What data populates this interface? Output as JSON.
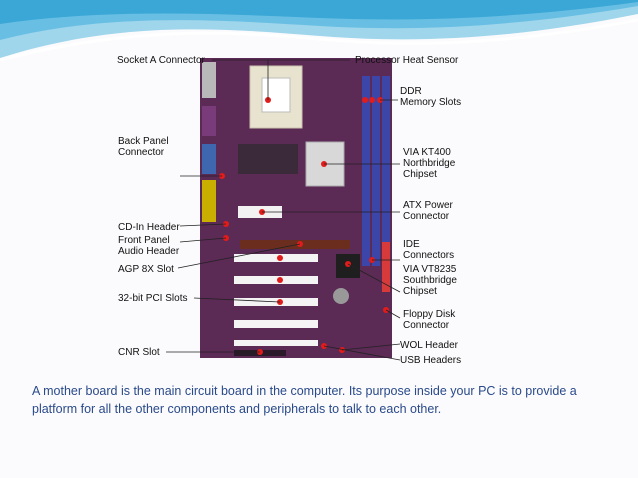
{
  "slide": {
    "labels": {
      "socket_a": "Socket A Connector",
      "processor_heat": "Processor Heat Sensor",
      "ddr": [
        "DDR",
        "Memory Slots"
      ],
      "back_panel": [
        "Back Panel",
        "Connector"
      ],
      "via_kt400": [
        "VIA KT400",
        "Northbridge",
        "Chipset"
      ],
      "atx_power": [
        "ATX Power",
        "Connector"
      ],
      "cd_in": "CD-In Header",
      "front_panel": [
        "Front Panel",
        "Audio Header"
      ],
      "agp": "AGP 8X Slot",
      "pci": "32-bit PCI Slots",
      "ide": [
        "IDE",
        "Connectors"
      ],
      "via_vt8235": [
        "VIA VT8235",
        "Southbridge",
        "Chipset"
      ],
      "floppy": [
        "Floppy Disk",
        "Connector"
      ],
      "cnr": "CNR Slot",
      "wol": "WOL Header",
      "usb": "USB Headers"
    },
    "caption": "A mother board is the main circuit board in the computer. Its purpose inside your PC is to provide a platform for all the other components and peripherals to talk to each other.",
    "colors": {
      "board": "#5b2a55",
      "caption": "#2a4a8a",
      "banner": "#7ec8e6",
      "marker": "#e21b1b"
    }
  }
}
